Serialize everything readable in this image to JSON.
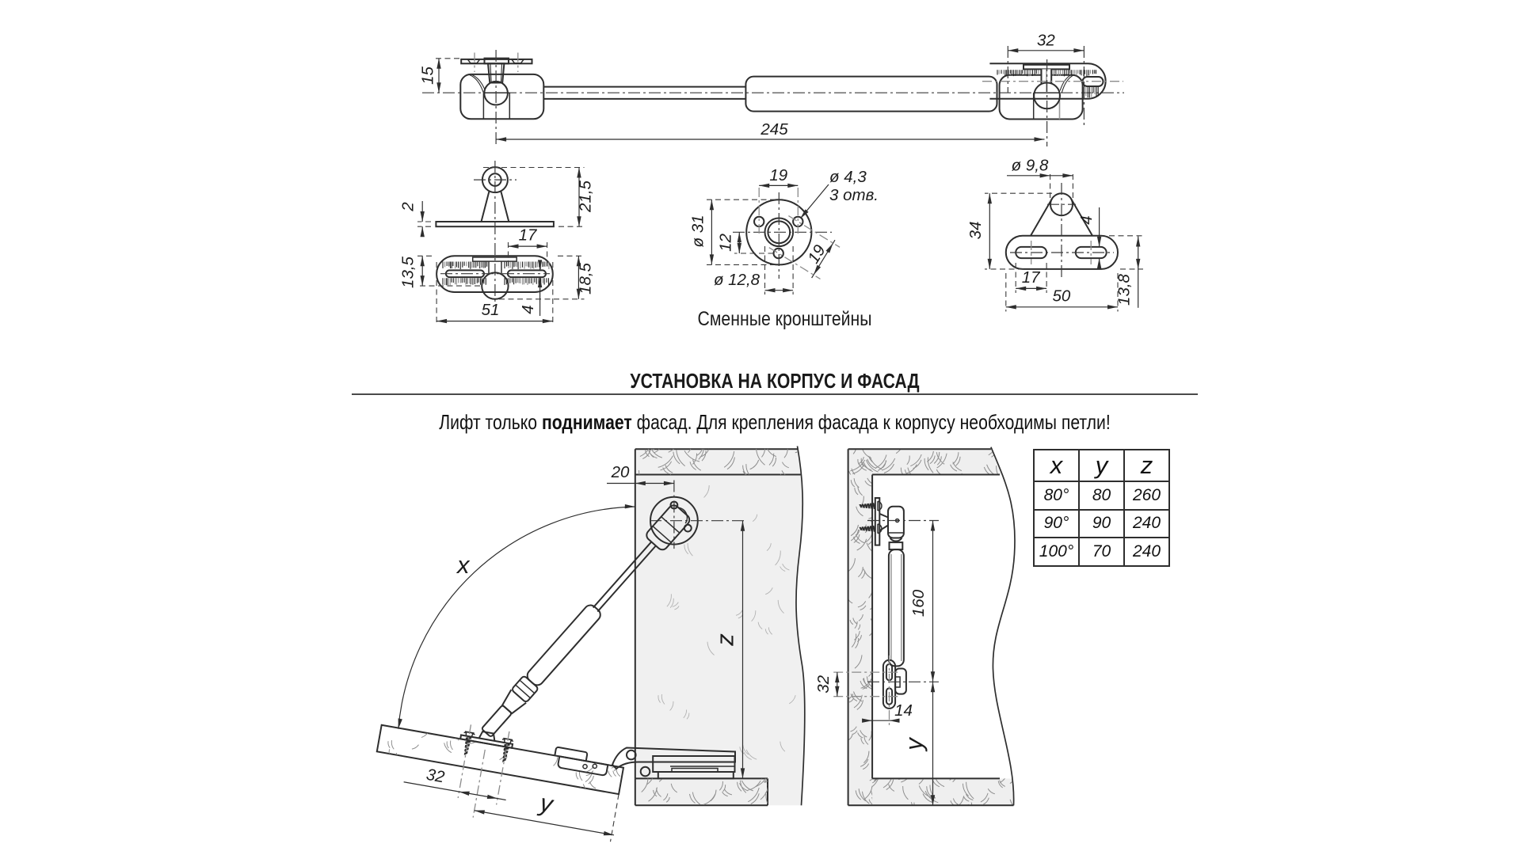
{
  "strut_view": {
    "dim_width": "32",
    "dim_height": "15",
    "dim_length": "245"
  },
  "ball_bracket_view": {
    "dim_plate_thickness": "2",
    "dim_height": "21,5",
    "dim_slot_length": "17",
    "dim_body_width": "13,5",
    "dim_total_width": "18,5",
    "dim_length": "51",
    "dim_slot_width": "4"
  },
  "flange_view": {
    "dim_hole_spacing": "19",
    "dim_hole_dia": "ø 4,3",
    "dim_hole_count": "3 отв.",
    "dim_outer_dia": "ø 31",
    "dim_vert_spacing": "12",
    "dim_diag_spacing": "19",
    "dim_center_dia": "ø 12,8",
    "caption": "Сменные кронштейны"
  },
  "tri_bracket_view": {
    "dim_hole_dia": "ø 9,8",
    "dim_height": "34",
    "dim_slot_width": "4",
    "dim_slot_length": "17",
    "dim_width": "50",
    "dim_base_height": "13,8"
  },
  "section": {
    "title": "УСТАНОВКА НА КОРПУС И ФАСАД",
    "note_prefix": "Лифт только ",
    "note_bold": "поднимает",
    "note_suffix": " фасад. Для крепления фасада к корпусу необходимы петли!"
  },
  "front_view": {
    "dim_offset": "20",
    "angle_label": "x",
    "height_label": "z",
    "dim_screw_spacing": "32",
    "length_label": "y"
  },
  "side_view": {
    "dim_strut_length": "160",
    "dim_slot_spacing": "32",
    "dim_face_offset": "14",
    "length_label": "y"
  },
  "table": {
    "headers": [
      "x",
      "y",
      "z"
    ],
    "rows": [
      [
        "80°",
        "80",
        "260"
      ],
      [
        "90°",
        "90",
        "240"
      ],
      [
        "100°",
        "70",
        "240"
      ]
    ]
  }
}
